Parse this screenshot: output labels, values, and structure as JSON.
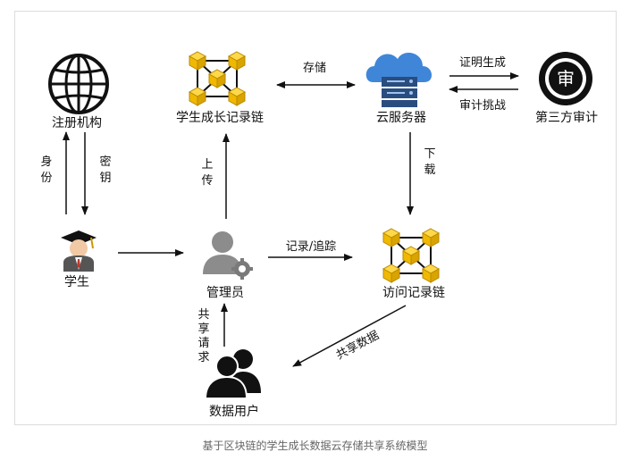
{
  "nodes": {
    "registrar": "注册机构",
    "chain_growth": "学生成长记录链",
    "cloud": "云服务器",
    "auditor": "第三方审计",
    "student": "学生",
    "admin": "管理员",
    "chain_access": "访问记录链",
    "data_users": "数据用户"
  },
  "edges": {
    "store": "存储",
    "proof": "证明生成",
    "challenge": "审计挑战",
    "identity": [
      "身",
      "份"
    ],
    "key": [
      "密",
      "钥"
    ],
    "upload": [
      "上",
      "传"
    ],
    "download": [
      "下",
      "载"
    ],
    "record": "记录/追踪",
    "share_data": "共享数据",
    "share_request": [
      "共",
      "享",
      "请",
      "求"
    ]
  },
  "icons": {
    "auditor_glyph": "审"
  },
  "colors": {
    "block": "#f5c400",
    "block_edge": "#c99a00",
    "cloud": "#3f86d9",
    "server": "#2a4d80",
    "person": "#8c8c8c",
    "gear": "#7a7a7a",
    "users": "#111111",
    "caption": "#666666"
  },
  "caption": "基于区块链的学生成长数据云存储共享系统模型"
}
